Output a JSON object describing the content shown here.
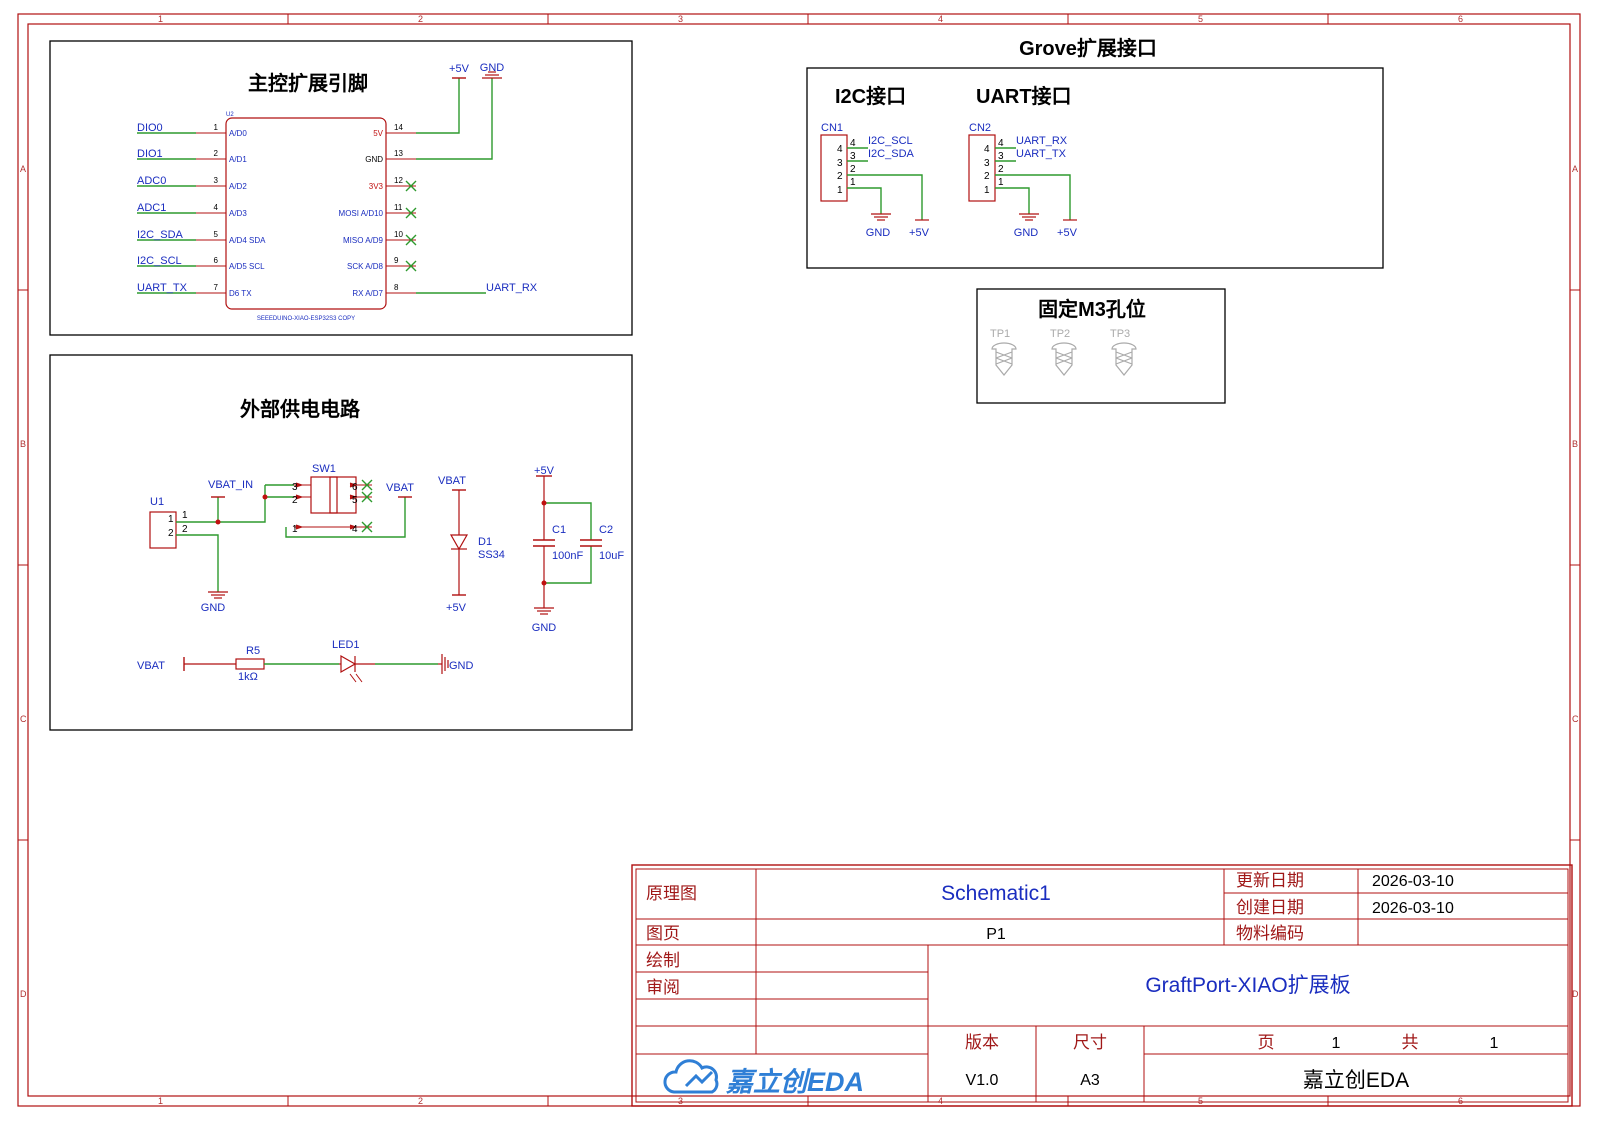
{
  "grid": {
    "columns": [
      "1",
      "2",
      "3",
      "4",
      "5",
      "6"
    ],
    "rows": [
      "A",
      "B",
      "C",
      "D"
    ]
  },
  "mcu": {
    "title": "主控扩展引脚",
    "ref": "U2",
    "part": "SEEEDUINO-XIAO-ESP32S3 COPY",
    "power_labels": [
      "+5V",
      "GND"
    ],
    "left_pins": [
      {
        "num": "1",
        "name": "A/D0",
        "net": "DIO0"
      },
      {
        "num": "2",
        "name": "A/D1",
        "net": "DIO1"
      },
      {
        "num": "3",
        "name": "A/D2",
        "net": "ADC0"
      },
      {
        "num": "4",
        "name": "A/D3",
        "net": "ADC1"
      },
      {
        "num": "5",
        "name": "A/D4 SDA",
        "net": "I2C_SDA"
      },
      {
        "num": "6",
        "name": "A/D5 SCL",
        "net": "I2C_SCL"
      },
      {
        "num": "7",
        "name": "D6 TX",
        "net": "UART_TX"
      }
    ],
    "right_pins": [
      {
        "num": "14",
        "name": "5V",
        "net": ""
      },
      {
        "num": "13",
        "name": "GND",
        "net": ""
      },
      {
        "num": "12",
        "name": "3V3",
        "net": ""
      },
      {
        "num": "11",
        "name": "MOSI A/D10",
        "net": ""
      },
      {
        "num": "10",
        "name": "MISO A/D9",
        "net": ""
      },
      {
        "num": "9",
        "name": "SCK A/D8",
        "net": ""
      },
      {
        "num": "8",
        "name": "RX A/D7",
        "net": "UART_RX"
      }
    ]
  },
  "power": {
    "title": "外部供电电路",
    "u1_ref": "U1",
    "u1_pins": [
      "1",
      "2"
    ],
    "vbat_in": "VBAT_IN",
    "sw_ref": "SW1",
    "sw_pins": [
      "3",
      "2",
      "1",
      "6",
      "5",
      "4"
    ],
    "vbat": "VBAT",
    "gnd": "GND",
    "d1_ref": "D1",
    "d1_val": "SS34",
    "plus5v": "+5V",
    "c1_ref": "C1",
    "c1_val": "100nF",
    "c2_ref": "C2",
    "c2_val": "10uF",
    "r5_ref": "R5",
    "r5_val": "1kΩ",
    "led_ref": "LED1"
  },
  "grove": {
    "title": "Grove扩展接口",
    "i2c_title": "I2C接口",
    "uart_title": "UART接口",
    "cn1": "CN1",
    "cn2": "CN2",
    "pins": [
      "4",
      "3",
      "2",
      "1"
    ],
    "i2c_nets": [
      "I2C_SCL",
      "I2C_SDA"
    ],
    "uart_nets": [
      "UART_RX",
      "UART_TX"
    ],
    "gnd": "GND",
    "plus5v": "+5V"
  },
  "mount": {
    "title": "固定M3孔位",
    "holes": [
      "TP1",
      "TP2",
      "TP3"
    ]
  },
  "title_block": {
    "label_schematic": "原理图",
    "schematic_name": "Schematic1",
    "label_updated": "更新日期",
    "updated": "2026-03-10",
    "label_created": "创建日期",
    "created": "2026-03-10",
    "label_page": "图页",
    "page_name": "P1",
    "label_part_no": "物料编码",
    "label_drawn": "绘制",
    "label_review": "审阅",
    "board_name": "GraftPort-XIAO扩展板",
    "label_version": "版本",
    "label_size": "尺寸",
    "label_sheet": "页",
    "sheet_num": "1",
    "label_total": "共",
    "total": "1",
    "version": "V1.0",
    "size": "A3",
    "company": "嘉立创EDA",
    "logo_text": "嘉立创EDA"
  },
  "colors": {
    "frame": "#b01010",
    "wire": "#2e9a2e",
    "net_text": "#1a2dbf",
    "noconnect": "#2e9a2e"
  }
}
